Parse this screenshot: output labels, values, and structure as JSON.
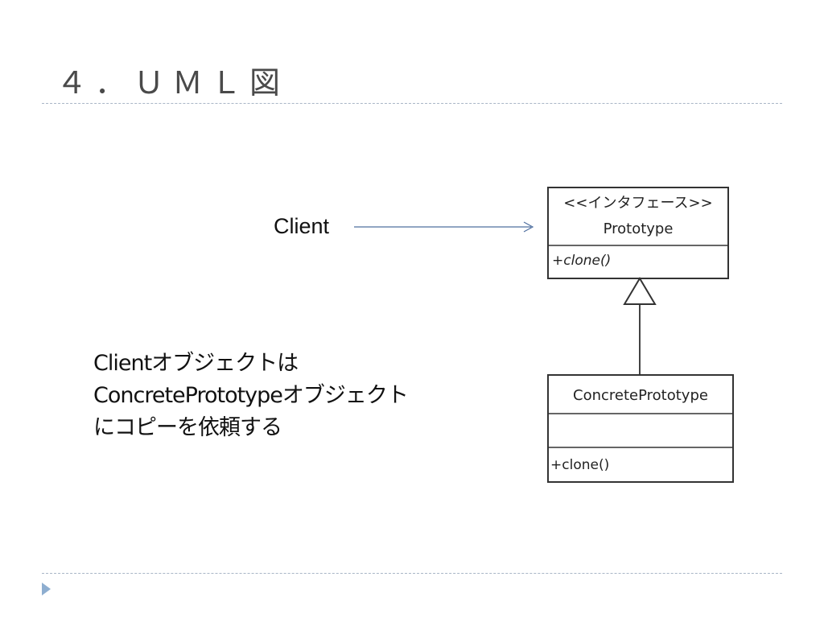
{
  "slide": {
    "title": "４．ＵＭＬ図"
  },
  "client": {
    "label": "Client"
  },
  "description": {
    "lines": [
      "Clientオブジェクトは",
      "ConcretePrototypeオブジェクト",
      "にコピーを依頼する"
    ]
  },
  "prototype_class": {
    "stereotype": "<<インタフェース>>",
    "name": "Prototype",
    "method": "+clone()"
  },
  "concrete_class": {
    "name": "ConcretePrototype",
    "method": "+clone()"
  },
  "colors": {
    "rule": "#a9b6c6",
    "bullet": "#8eaed0",
    "arrow": "#4f6f9f"
  }
}
